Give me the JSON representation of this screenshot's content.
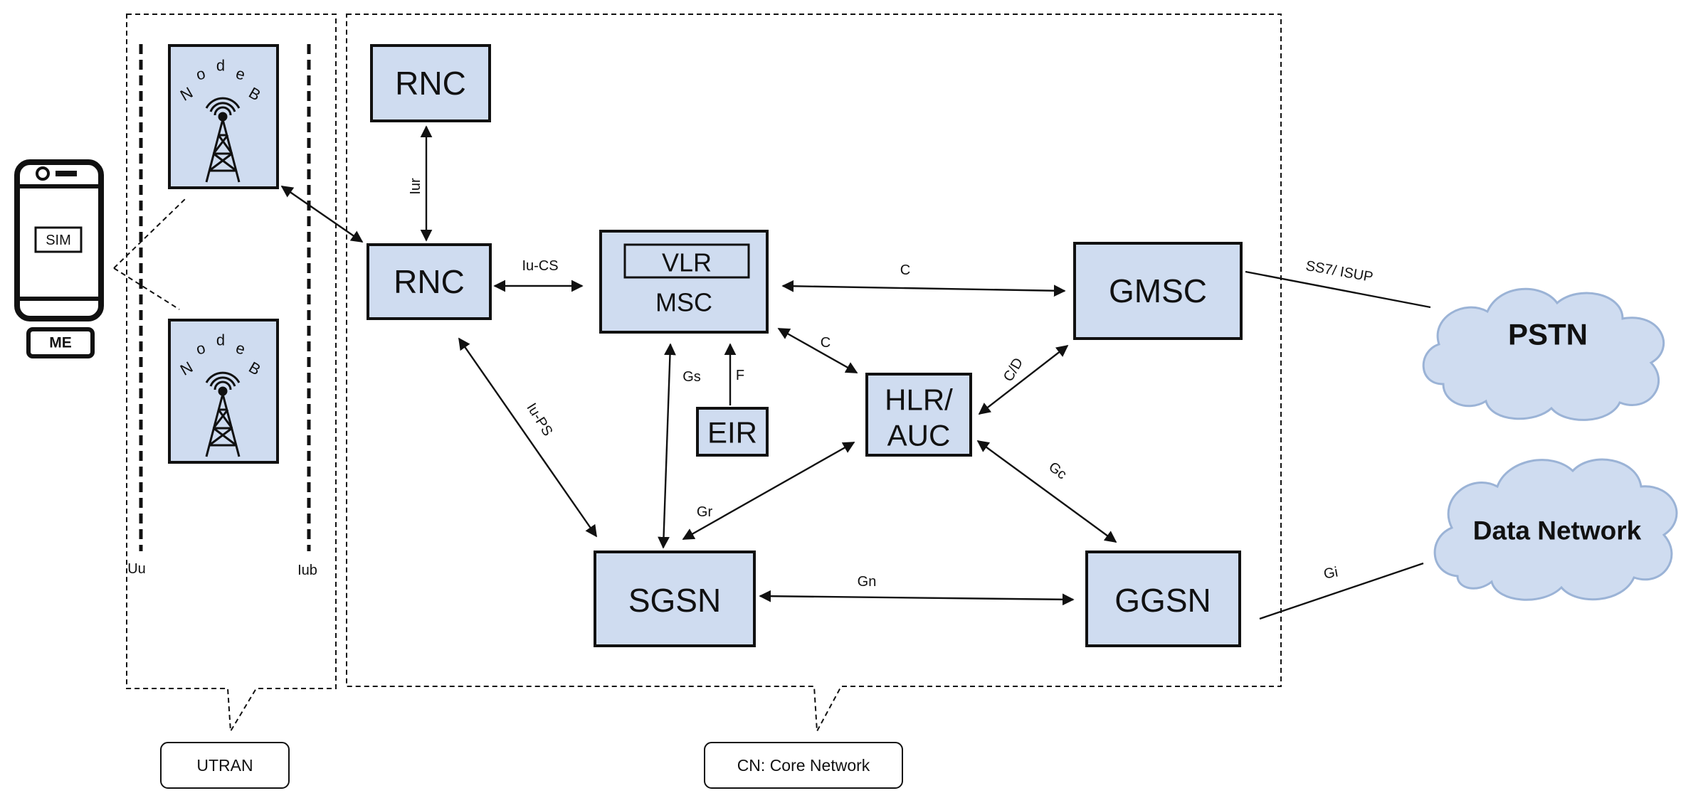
{
  "nodes": {
    "rnc_top": "RNC",
    "rnc_main": "RNC",
    "vlr": "VLR",
    "msc": "MSC",
    "gmsc": "GMSC",
    "hlr_line1": "HLR/",
    "hlr_line2": "AUC",
    "eir": "EIR",
    "sgsn": "SGSN",
    "ggsn": "GGSN",
    "nodeb_letters": [
      "N",
      "o",
      "d",
      "e",
      "B"
    ]
  },
  "device": {
    "sim": "SIM",
    "me": "ME"
  },
  "clouds": {
    "pstn": "PSTN",
    "data_network": "Data Network"
  },
  "interfaces": {
    "iur": "Iur",
    "iu_cs": "Iu-CS",
    "iu_ps": "Iu-PS",
    "c_msc_gmsc": "C",
    "c_msc_hlr": "C",
    "c_d": "C/D",
    "gs": "Gs",
    "f": "F",
    "gr": "Gr",
    "gc": "Gc",
    "gn": "Gn",
    "gi": "Gi",
    "ss7": "SS7/ ISUP",
    "uu": "Uu",
    "iub": "Iub"
  },
  "regions": {
    "utran": "UTRAN",
    "core": "CN: Core Network"
  }
}
